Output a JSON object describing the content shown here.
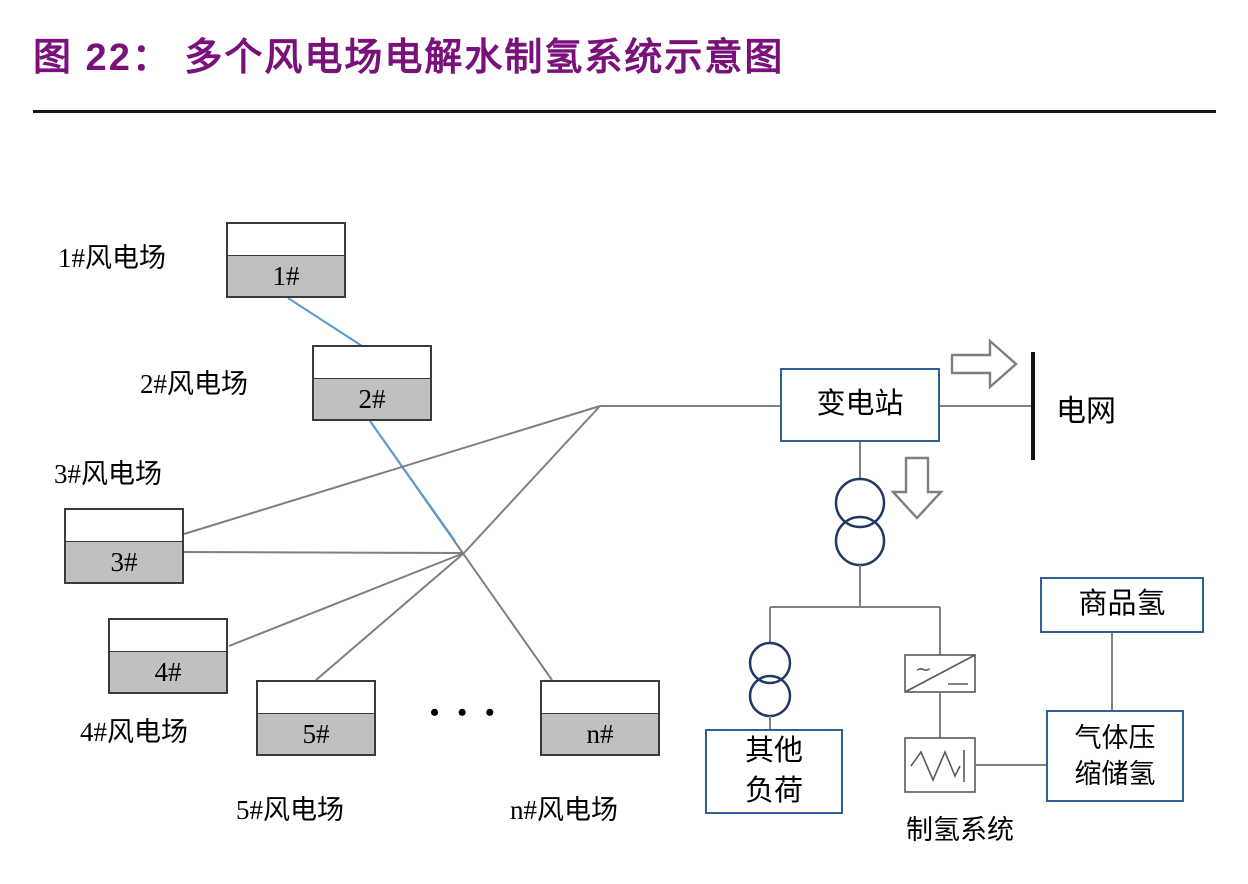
{
  "title": "图 22：  多个风电场电解水制氢系统示意图",
  "farms": [
    {
      "tag": "1#",
      "name": "1#风电场"
    },
    {
      "tag": "2#",
      "name": "2#风电场"
    },
    {
      "tag": "3#",
      "name": "3#风电场"
    },
    {
      "tag": "4#",
      "name": "4#风电场"
    },
    {
      "tag": "5#",
      "name": "5#风电场"
    },
    {
      "tag": "n#",
      "name": "n#风电场"
    }
  ],
  "ellipsis": "• • •",
  "nodes": {
    "substation": "变电站",
    "grid": "电网",
    "other_load": "其他\n负荷",
    "hydrogen_system": "制氢系统",
    "commodity_hydrogen": "商品氢",
    "gas_compression": "气体压\n缩储氢",
    "converter_ac": "~"
  },
  "colors": {
    "title": "#7A117B",
    "box_border": "#2E6096",
    "wire": "#7F7F7F",
    "blue_wire": "#5B9BD5",
    "transformer": "#1F3864",
    "farm_fill": "#C0C0C0",
    "symbol": "#595959",
    "text": "#000000"
  }
}
